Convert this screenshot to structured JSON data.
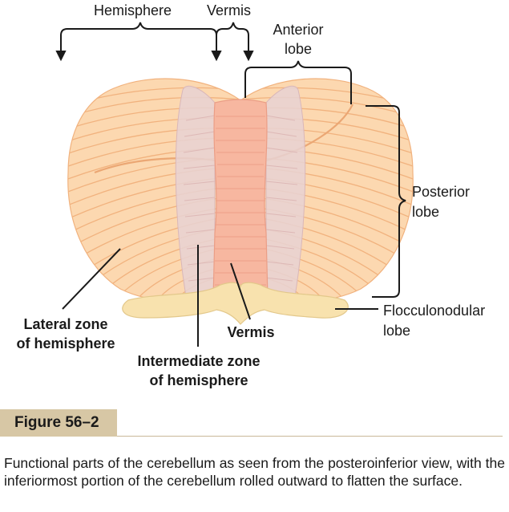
{
  "labels": {
    "hemisphere_top": "Hemisphere",
    "vermis_top": "Vermis",
    "anterior_lobe_line1": "Anterior",
    "anterior_lobe_line2": "lobe",
    "posterior_lobe_line1": "Posterior",
    "posterior_lobe_line2": "lobe",
    "flocculonodular_line1": "Flocculonodular",
    "flocculonodular_line2": "lobe",
    "lateral_zone_line1": "Lateral zone",
    "lateral_zone_line2": "of hemisphere",
    "vermis_bottom": "Vermis",
    "intermediate_zone_line1": "Intermediate zone",
    "intermediate_zone_line2": "of hemisphere"
  },
  "figure": {
    "number": "Figure 56–2",
    "caption": "Functional parts of the cerebellum as seen from the posteroinferior view, with the inferiormost portion of the cerebellum rolled outward to flatten the surface."
  },
  "colors": {
    "hemisphere_fill": "#fcd8b0",
    "intermediate_fill": "#e8d2d4",
    "vermis_fill": "#f7b7a0",
    "folia_line": "#f1b27e",
    "flocculonodular_fill": "#f8e2ae",
    "figure_tab": "#d7c7a5"
  }
}
